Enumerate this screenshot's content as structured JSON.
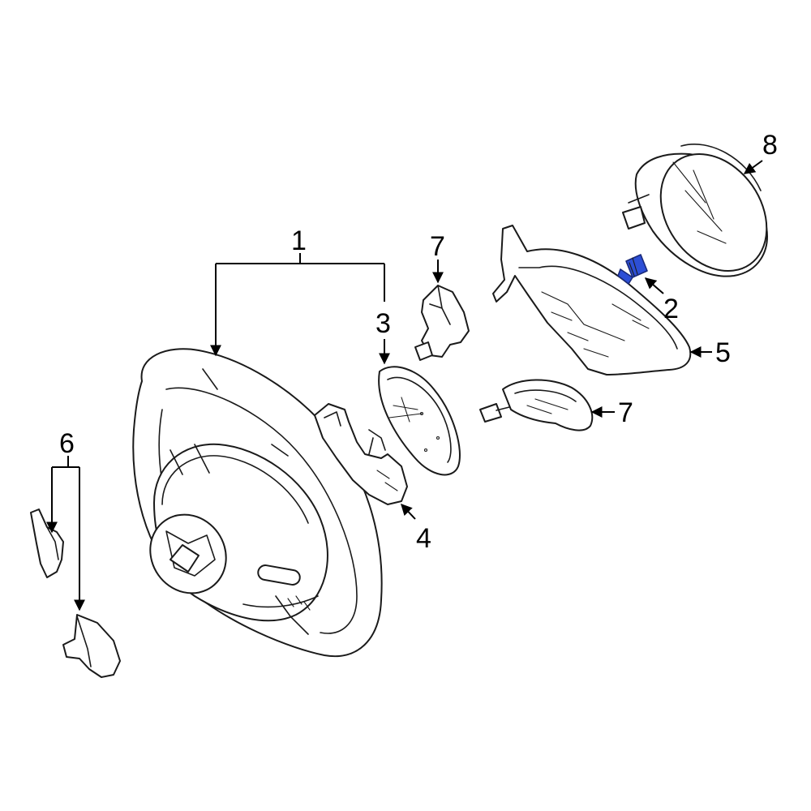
{
  "callouts": {
    "c1": "1",
    "c2": "2",
    "c3": "3",
    "c4": "4",
    "c5": "5",
    "c6": "6",
    "c7a": "7",
    "c7b": "7",
    "c8": "8"
  },
  "colors": {
    "highlight": "#2d4fd6",
    "line": "#1a1a1a"
  }
}
